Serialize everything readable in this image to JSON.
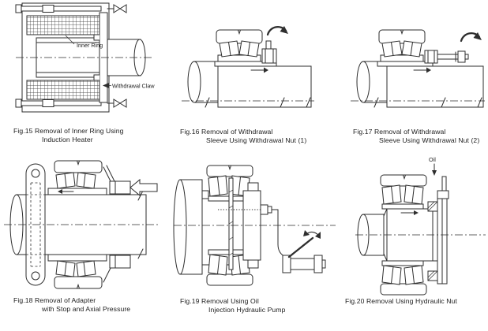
{
  "page": {
    "background": "#ffffff",
    "line_color": "#2e2e2e",
    "text_color": "#1c1c1c"
  },
  "figures": [
    {
      "id": "fig15",
      "caption1": "Fig.15 Removal of Inner Ring Using",
      "caption2": "Induction Heater",
      "labels": {
        "inner_ring": "Inner Ring",
        "withdrawal_claw": "Withdrawal Claw"
      }
    },
    {
      "id": "fig16",
      "caption1": "Fig.16 Removal of Withdrawal",
      "caption2": "Sleeve Using Withdrawal Nut (1)"
    },
    {
      "id": "fig17",
      "caption1": "Fig.17 Removal of Withdrawal",
      "caption2": "Sleeve Using Withdrawal Nut (2)"
    },
    {
      "id": "fig18",
      "caption1": "Fig.18 Removal of Adapter",
      "caption2": "with Stop and Axial Pressure"
    },
    {
      "id": "fig19",
      "caption1": "Fig.19 Removal Using Oil",
      "caption2": "Injection Hydraulic Pump"
    },
    {
      "id": "fig20",
      "caption1": "Fig.20 Removal Using Hydraulic Nut",
      "caption2": "",
      "labels": {
        "oil": "Oil"
      }
    }
  ]
}
